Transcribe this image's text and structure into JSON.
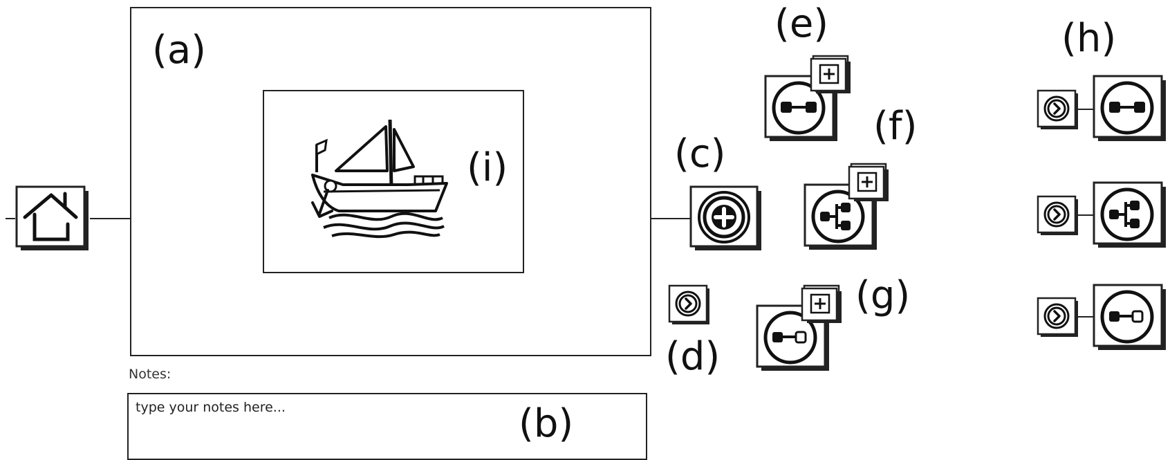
{
  "labels": {
    "a": "(a)",
    "b": "(b)",
    "c": "(c)",
    "d": "(d)",
    "e": "(e)",
    "f": "(f)",
    "g": "(g)",
    "h": "(h)",
    "i": "(i)"
  },
  "notes": {
    "label": "Notes:",
    "placeholder": "type your notes here..."
  },
  "icons": {
    "home": "home-icon",
    "boat": "boat-icon",
    "add": "add-circle-icon",
    "next": "next-arrow-icon",
    "link_full": "link-icon",
    "branch": "branch-icon",
    "link_open": "link-open-icon",
    "plus_stack": "plus-stack-icon"
  }
}
